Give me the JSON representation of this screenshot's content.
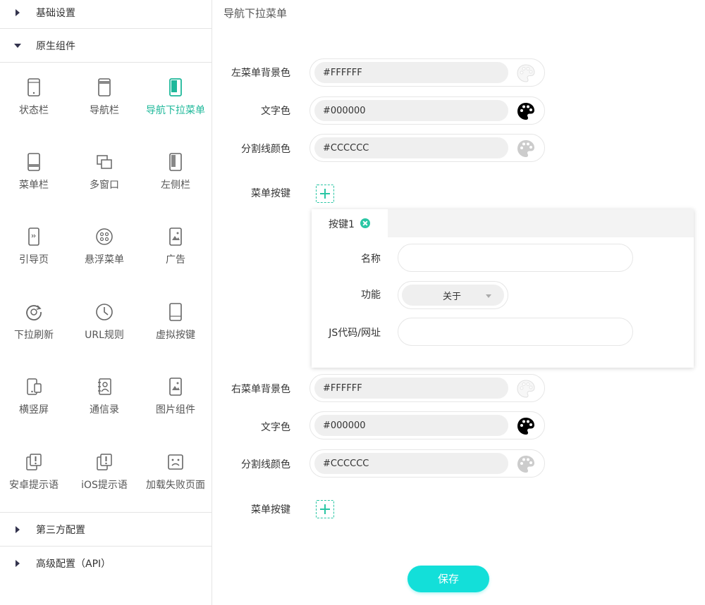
{
  "sidebar": {
    "sections": [
      {
        "label": "基础设置",
        "expanded": false
      },
      {
        "label": "原生组件",
        "expanded": true
      },
      {
        "label": "第三方配置",
        "expanded": false
      },
      {
        "label": "高级配置（API）",
        "expanded": false
      }
    ],
    "components": [
      {
        "label": "状态栏",
        "icon": "phone-status-icon"
      },
      {
        "label": "导航栏",
        "icon": "phone-navbar-icon"
      },
      {
        "label": "导航下拉菜单",
        "icon": "phone-dropdown-icon",
        "active": true
      },
      {
        "label": "菜单栏",
        "icon": "phone-menubar-icon"
      },
      {
        "label": "多窗口",
        "icon": "multi-window-icon"
      },
      {
        "label": "左侧栏",
        "icon": "left-sidebar-icon"
      },
      {
        "label": "引导页",
        "icon": "guide-page-icon"
      },
      {
        "label": "悬浮菜单",
        "icon": "float-menu-icon"
      },
      {
        "label": "广告",
        "icon": "ad-icon"
      },
      {
        "label": "下拉刷新",
        "icon": "pull-refresh-icon"
      },
      {
        "label": "URL规则",
        "icon": "url-rule-icon"
      },
      {
        "label": "虚拟按键",
        "icon": "virtual-key-icon"
      },
      {
        "label": "横竖屏",
        "icon": "orientation-icon"
      },
      {
        "label": "通信录",
        "icon": "contacts-icon"
      },
      {
        "label": "图片组件",
        "icon": "image-component-icon"
      },
      {
        "label": "安卓提示语",
        "icon": "android-alert-icon"
      },
      {
        "label": "iOS提示语",
        "icon": "ios-alert-icon"
      },
      {
        "label": "加载失败页面",
        "icon": "load-fail-icon"
      }
    ]
  },
  "main": {
    "title": "导航下拉菜单",
    "left": {
      "bg_label": "左菜单背景色",
      "bg_value": "#FFFFFF",
      "text_label": "文字色",
      "text_value": "#000000",
      "divider_label": "分割线颜色",
      "divider_value": "#CCCCCC",
      "buttons_label": "菜单按键"
    },
    "panel": {
      "tab_label": "按键1",
      "name_label": "名称",
      "name_value": "",
      "function_label": "功能",
      "function_value": "关于",
      "js_label": "JS代码/网址",
      "js_value": ""
    },
    "right": {
      "bg_label": "右菜单背景色",
      "bg_value": "#FFFFFF",
      "text_label": "文字色",
      "text_value": "#000000",
      "divider_label": "分割线颜色",
      "divider_value": "#CCCCCC",
      "buttons_label": "菜单按键"
    },
    "save_label": "保存"
  },
  "colors": {
    "accent": "#2ac6a4",
    "save": "#13dfd9",
    "active_text": "#1fb89a",
    "palette_white": "#f5f5f5",
    "palette_black": "#000000",
    "palette_gray": "#cccccc"
  }
}
